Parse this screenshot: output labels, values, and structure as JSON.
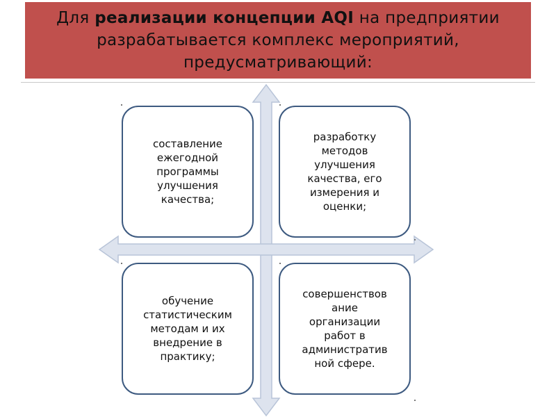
{
  "title": {
    "part1": "Для ",
    "part2_bold": "реализации концепции AQI",
    "part3": " на предприятии разрабатывается комплекс мероприятий, предусматривающий:"
  },
  "quadrants": [
    {
      "text": "составление\nежегодной\nпрограммы\nулучшения\nкачества;"
    },
    {
      "text": "разработку\nметодов\nулучшения\nкачества, его\nизмерения и\nоценки;"
    },
    {
      "text": "обучение\nстатистическим\nметодам и их\nвнедрение в\nпрактику;"
    },
    {
      "text": "совершенствов\nание\nорганизации\nработ в\nадминистратив\nной сфере."
    }
  ],
  "colors": {
    "banner": "#c0504d",
    "box_border": "#3d5a80",
    "arrow_fill": "#dde3ee",
    "arrow_stroke": "#b8c4d8"
  }
}
